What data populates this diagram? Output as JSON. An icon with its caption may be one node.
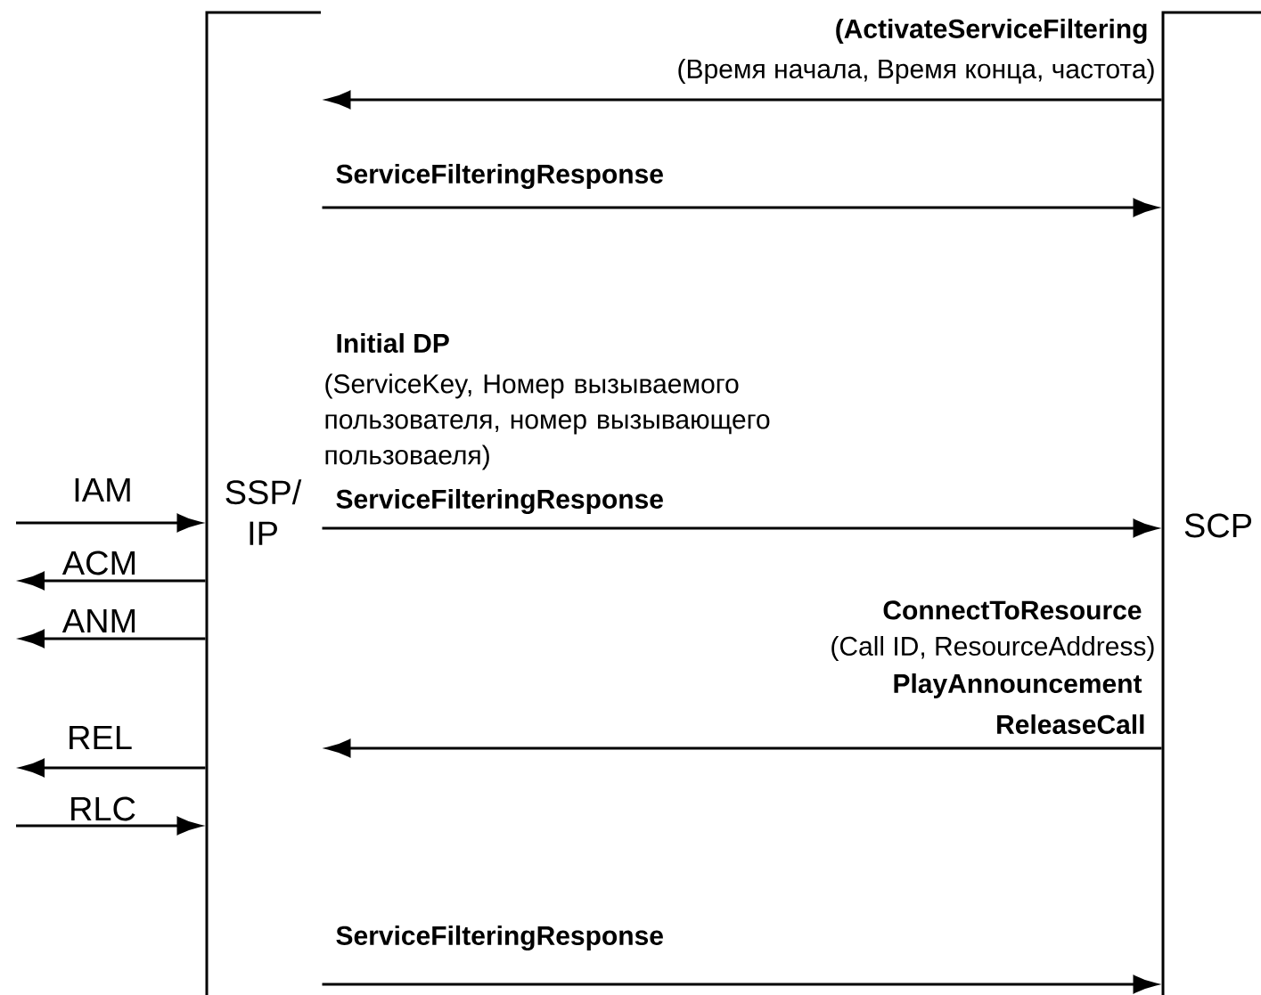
{
  "diagram": {
    "nodes": [
      {
        "text": [
          "SSP/ IP"
        ]
      },
      {
        "text": [
          "SCP"
        ]
      }
    ],
    "edges": [
      {
        "from": 1,
        "to": 0,
        "arrow": "to",
        "label": "(Время начала, Время конца, частота)"
      },
      {
        "from": 0,
        "to": 1,
        "arrow": "to",
        "label": "ServiceFilteringResponse"
      },
      {
        "from": null,
        "to": 0,
        "arrow": "to",
        "label": "IAM"
      },
      {
        "from": 0,
        "to": 1,
        "arrow": "to",
        "label": "ServiceFilteringResponse"
      },
      {
        "from": 0,
        "to": null,
        "arrow": "to",
        "label": "ACM"
      },
      {
        "from": 0,
        "to": null,
        "arrow": "to",
        "label": "ANM"
      },
      {
        "from": 1,
        "to": 0,
        "arrow": "to",
        "label": "ReleaseCall"
      },
      {
        "from": 0,
        "to": null,
        "arrow": "to",
        "label": "REL"
      },
      {
        "from": null,
        "to": 0,
        "arrow": "to",
        "label": "RLC"
      },
      {
        "from": 0,
        "to": 1,
        "arrow": "to",
        "label": "ServiceFilteringResponse"
      }
    ],
    "labels": [
      "(ActivateServiceFiltering",
      "Initial DP",
      "(ServiceKey, Номер вызываемого пользователя, номер вызывающего пользоваеля)",
      "ConnectToResource",
      "(Call ID, ResourceAddress)",
      "PlayAnnouncement"
    ]
  }
}
